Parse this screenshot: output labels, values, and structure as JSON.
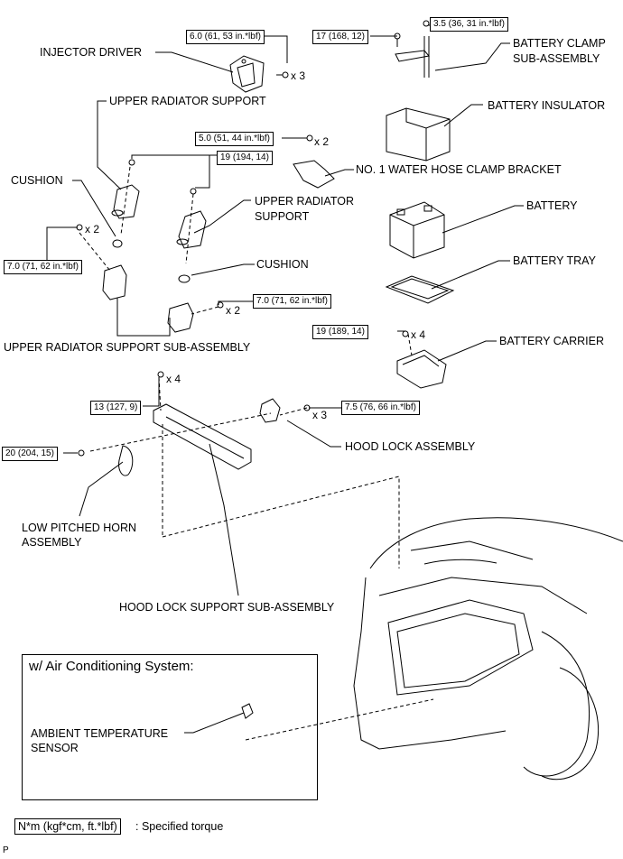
{
  "labels": {
    "injector_driver": "INJECTOR DRIVER",
    "upper_radiator_support_top": "UPPER RADIATOR SUPPORT",
    "cushion_left": "CUSHION",
    "upper_radiator_support_right_line1": "UPPER RADIATOR",
    "upper_radiator_support_right_line2": "SUPPORT",
    "cushion_right": "CUSHION",
    "upper_radiator_support_sub_assembly": "UPPER RADIATOR SUPPORT SUB-ASSEMBLY",
    "battery_clamp_line1": "BATTERY CLAMP",
    "battery_clamp_line2": "SUB-ASSEMBLY",
    "battery_insulator": "BATTERY INSULATOR",
    "water_hose_clamp_bracket": "NO. 1 WATER HOSE CLAMP BRACKET",
    "battery": "BATTERY",
    "battery_tray": "BATTERY TRAY",
    "battery_carrier": "BATTERY CARRIER",
    "hood_lock_assembly": "HOOD LOCK ASSEMBLY",
    "low_pitched_horn_line1": "LOW PITCHED HORN",
    "low_pitched_horn_line2": "ASSEMBLY",
    "hood_lock_support": "HOOD LOCK SUPPORT SUB-ASSEMBLY",
    "ambient_sensor_line1": "AMBIENT TEMPERATURE",
    "ambient_sensor_line2": "SENSOR"
  },
  "torques": {
    "injector_driver": "6.0 (61, 53 in.*lbf)",
    "battery_clamp_bolt": "17 (168, 12)",
    "battery_clamp_nut": "3.5 (36, 31 in.*lbf)",
    "water_hose_bracket": "5.0 (51, 44 in.*lbf)",
    "upper_support_bolt": "19 (194, 14)",
    "left_support": "7.0 (71, 62 in.*lbf)",
    "right_support": "7.0 (71, 62 in.*lbf)",
    "battery_carrier": "19 (189, 14)",
    "hood_lock_support": "13 (127, 9)",
    "hood_lock_assembly": "7.5 (76, 66 in.*lbf)",
    "horn": "20 (204, 15)"
  },
  "multipliers": {
    "injector": "x 3",
    "water_hose": "x 2",
    "left_support": "x 2",
    "right_support": "x 2",
    "battery_carrier": "x 4",
    "hood_lock_support": "x 4",
    "hood_lock_assembly": "x 3"
  },
  "ac_section_title": "w/ Air Conditioning System:",
  "legend": {
    "unit": "N*m (kgf*cm, ft.*lbf)",
    "text": ": Specified torque"
  },
  "code": "P"
}
